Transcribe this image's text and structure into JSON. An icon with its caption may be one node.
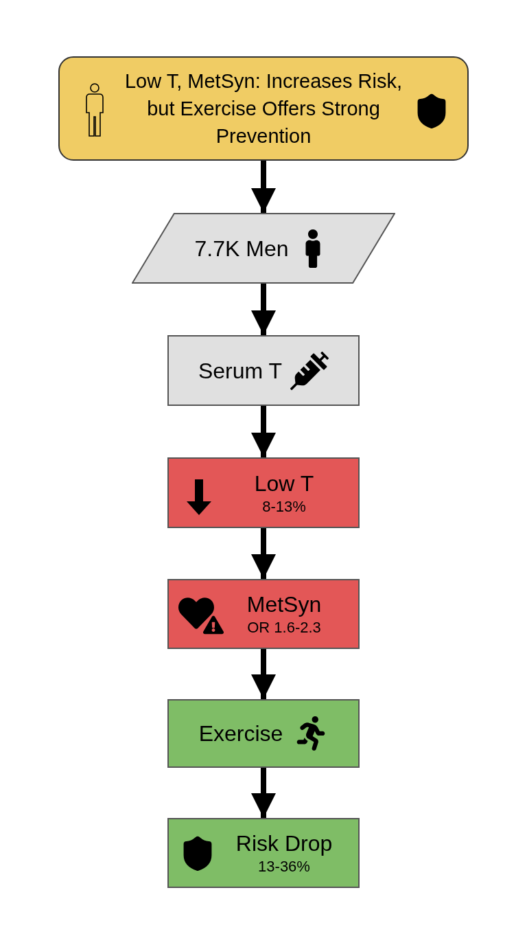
{
  "diagram": {
    "nodes": [
      {
        "text": [
          "Low T, MetSyn: Increases Risk, but Exercise Offers Strong Prevention"
        ]
      },
      {
        "text": [
          "7.7K Men"
        ]
      },
      {
        "text": [
          "Serum T"
        ]
      },
      {
        "text": [
          "Low T",
          "8-13%"
        ]
      },
      {
        "text": [
          "MetSyn",
          "OR 1.6-2.3"
        ]
      },
      {
        "text": [
          "Exercise"
        ]
      },
      {
        "text": [
          "Risk Drop",
          "13-36%"
        ]
      }
    ],
    "edges": [
      {
        "from": 0,
        "to": 1,
        "arrow": "to"
      },
      {
        "from": 1,
        "to": 2,
        "arrow": "to"
      },
      {
        "from": 2,
        "to": 3,
        "arrow": "to"
      },
      {
        "from": 3,
        "to": 4,
        "arrow": "to"
      },
      {
        "from": 4,
        "to": 5,
        "arrow": "to"
      },
      {
        "from": 5,
        "to": 6,
        "arrow": "to"
      }
    ]
  }
}
